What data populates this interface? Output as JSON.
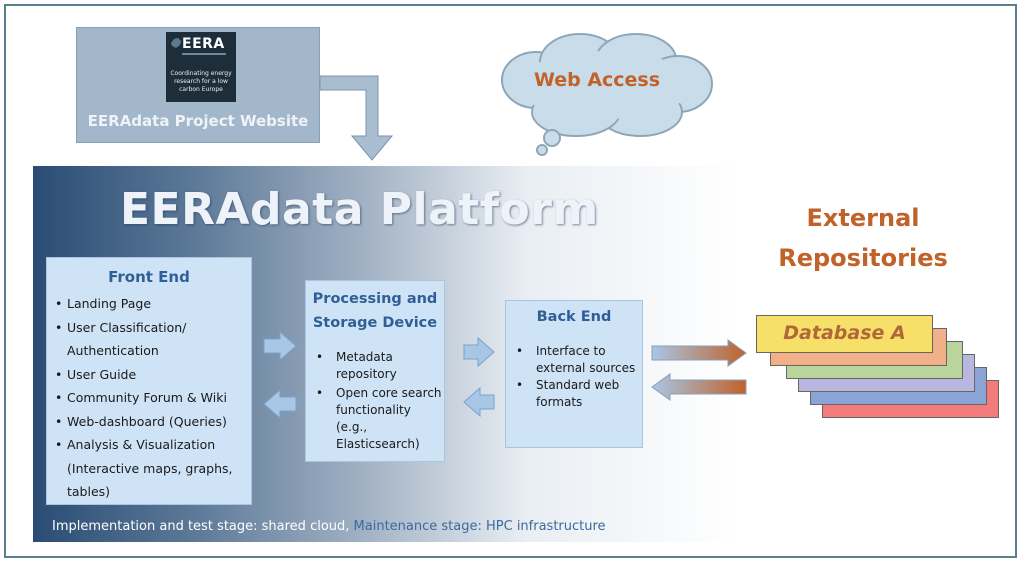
{
  "website": {
    "logo_brand": "EERA",
    "logo_tagline": "Coordinating energy research for a low carbon Europe",
    "title": "EERAdata Project Website"
  },
  "cloud": {
    "label": "Web Access"
  },
  "platform": {
    "title": "EERAdata Platform",
    "footnote_implementation": "Implementation and test stage: shared cloud,",
    "footnote_maintenance": "Maintenance stage: HPC infrastructure"
  },
  "front_end": {
    "title": "Front End",
    "items": [
      "Landing Page",
      "User Classification/",
      "Authentication",
      "User Guide",
      "Community Forum & Wiki",
      "Web-dashboard (Queries)",
      "Analysis & Visualization",
      "(Interactive maps, graphs,",
      "tables)"
    ]
  },
  "processing": {
    "title_line1": "Processing and",
    "title_line2": "Storage Device",
    "items": [
      "Metadata repository",
      "Open core search functionality (e.g., Elasticsearch)"
    ]
  },
  "back_end": {
    "title": "Back End",
    "items": [
      "Interface to external sources",
      "Standard web formats"
    ]
  },
  "external": {
    "title_line1": "External",
    "title_line2": "Repositories",
    "database_label": "Database A"
  },
  "colors": {
    "accent_orange": "#c0622a",
    "box_fill": "#cfe3f6",
    "box_title": "#2f5f97",
    "db_layers": [
      "#f47b7b",
      "#8aa4d6",
      "#b7b7e0",
      "#b9d59c",
      "#f2b089",
      "#f7e06a"
    ]
  }
}
